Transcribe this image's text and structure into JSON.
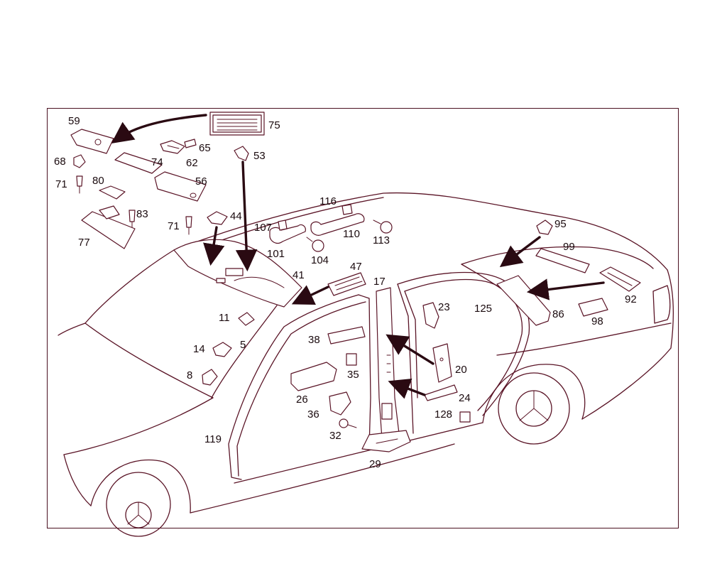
{
  "labels": {
    "p59": "59",
    "p75": "75",
    "p68": "68",
    "p74": "74",
    "p65": "65",
    "p62": "62",
    "p53": "53",
    "p71a": "71",
    "p80": "80",
    "p56": "56",
    "p83": "83",
    "p44": "44",
    "p71b": "71",
    "p77": "77",
    "p116": "116",
    "p107": "107",
    "p110": "110",
    "p113": "113",
    "p101": "101",
    "p104": "104",
    "p95": "95",
    "p99": "99",
    "p41": "41",
    "p47": "47",
    "p17": "17",
    "p92": "92",
    "p11": "11",
    "p23": "23",
    "p125": "125",
    "p86": "86",
    "p98": "98",
    "p14": "14",
    "p5": "5",
    "p38": "38",
    "p20": "20",
    "p8": "8",
    "p35": "35",
    "p26": "26",
    "p24": "24",
    "p36": "36",
    "p128": "128",
    "p32": "32",
    "p119": "119",
    "p29": "29"
  },
  "colors": {
    "line": "#5a1426",
    "ink": "#1a0a0e",
    "frame": "#4a1020"
  }
}
